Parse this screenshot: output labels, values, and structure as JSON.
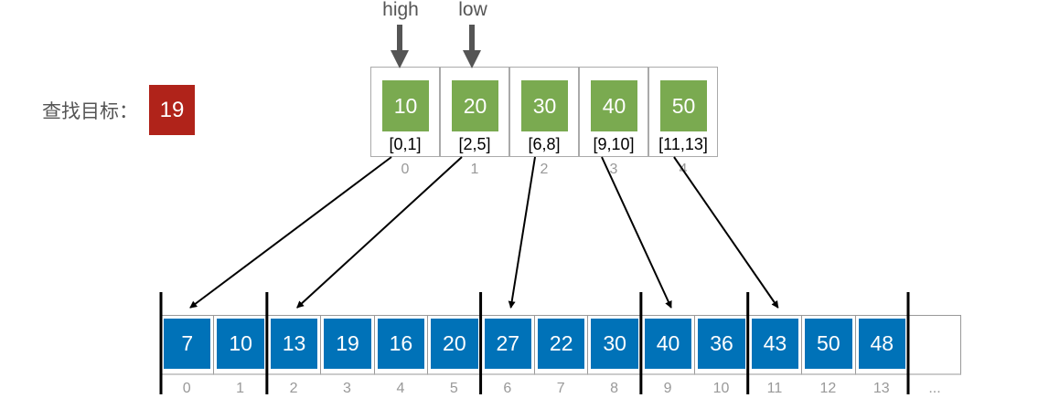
{
  "target": {
    "label": "查找目标：",
    "value": "19",
    "color": "#b0231a"
  },
  "pointers": {
    "high": "high",
    "low": "low"
  },
  "index_blocks": [
    {
      "value": "10",
      "range": "[0,1]",
      "index": "0"
    },
    {
      "value": "20",
      "range": "[2,5]",
      "index": "1"
    },
    {
      "value": "30",
      "range": "[6,8]",
      "index": "2"
    },
    {
      "value": "40",
      "range": "[9,10]",
      "index": "3"
    },
    {
      "value": "50",
      "range": "[11,13]",
      "index": "4"
    }
  ],
  "array": [
    "7",
    "10",
    "13",
    "19",
    "16",
    "20",
    "27",
    "22",
    "30",
    "40",
    "36",
    "43",
    "50",
    "48"
  ],
  "array_ellipsis": "...",
  "colors": {
    "index_block": "#7aaa50",
    "array_cell": "#0072b8"
  }
}
